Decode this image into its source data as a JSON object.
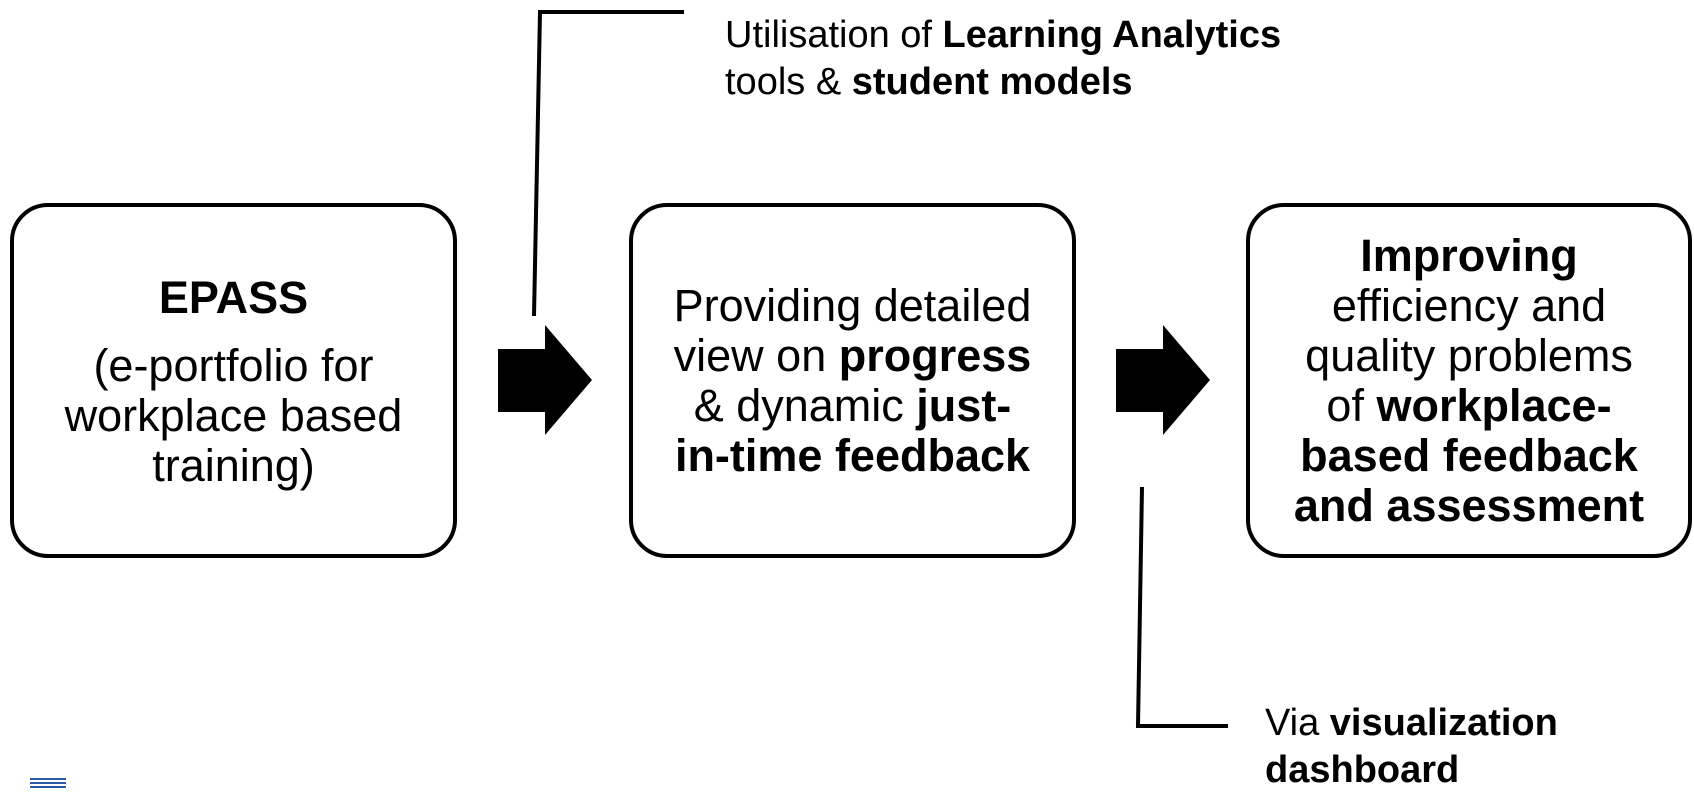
{
  "box1": {
    "title": "EPASS",
    "subtitle_lines": [
      "(e-portfolio for",
      "workplace based",
      "training)"
    ]
  },
  "box2": {
    "l1": "Providing detailed",
    "l2a": "view on ",
    "l2b": "progress",
    "l3a": "& dynamic ",
    "l3b": "just-",
    "l4": "in-time feedback"
  },
  "box3": {
    "l1": "Improving",
    "l2": "efficiency and",
    "l3": "quality problems",
    "l4a": "of ",
    "l4b": "workplace-",
    "l5": "based feedback",
    "l6": "and assessment"
  },
  "note_top": {
    "a": "Utilisation of ",
    "b": "Learning Analytics",
    "c": "tools & ",
    "d": "student models"
  },
  "note_bottom": {
    "a": "Via ",
    "b": "visualization",
    "c": "dashboard"
  },
  "colors": {
    "stroke": "#000000",
    "logo": "#2a5aa8"
  }
}
